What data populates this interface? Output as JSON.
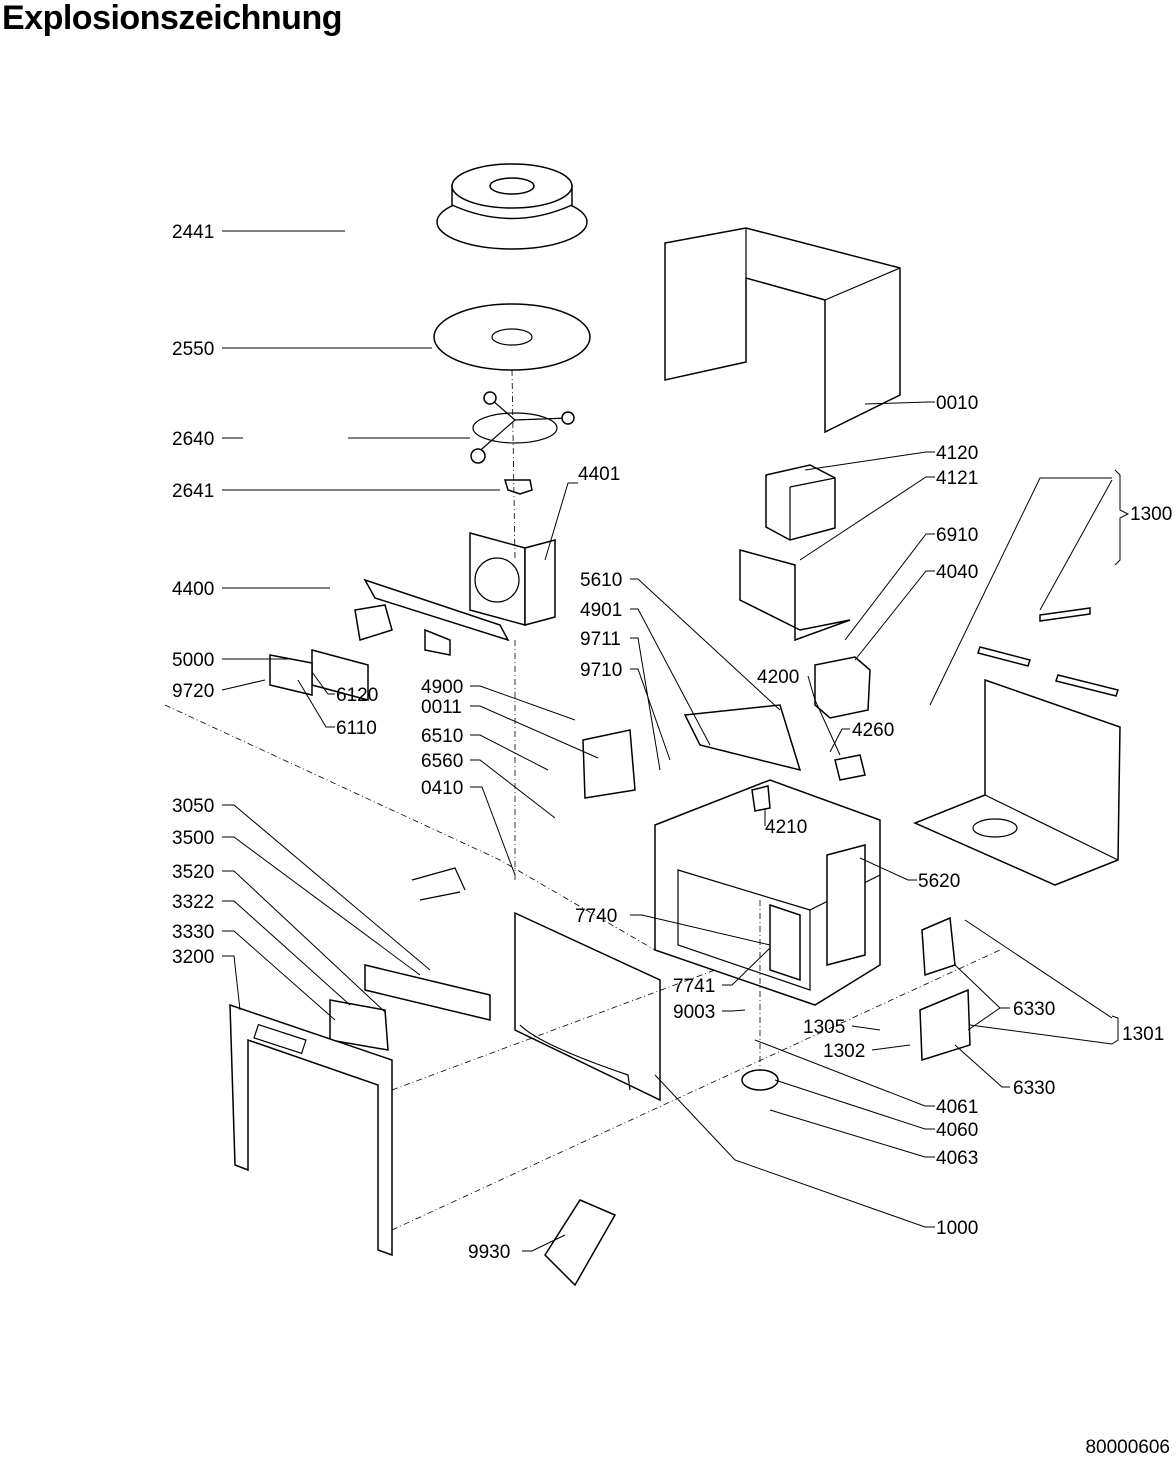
{
  "title": "Explosionszeichnung",
  "document_number": "80000606",
  "labels": {
    "l2441": "2441",
    "l2550": "2550",
    "l2640": "2640",
    "l2641": "2641",
    "l4400": "4400",
    "l4401": "4401",
    "l5000": "5000",
    "l9720": "9720",
    "l6120": "6120",
    "l6110": "6110",
    "l0010": "0010",
    "l4120": "4120",
    "l4121": "4121",
    "l6910": "6910",
    "l4040": "4040",
    "l1300": "1300",
    "l5610": "5610",
    "l4901": "4901",
    "l9711": "9711",
    "l9710": "9710",
    "l4200": "4200",
    "l4900": "4900",
    "l0011": "0011",
    "l6510": "6510",
    "l6560": "6560",
    "l0410": "0410",
    "l4260": "4260",
    "l4210": "4210",
    "l3050": "3050",
    "l3500": "3500",
    "l3520": "3520",
    "l3322": "3322",
    "l3330": "3330",
    "l3200": "3200",
    "l7740": "7740",
    "l5620": "5620",
    "l7741": "7741",
    "l9003": "9003",
    "l6330a": "6330",
    "l1301": "1301",
    "l1305": "1305",
    "l1302": "1302",
    "l6330b": "6330",
    "l4061": "4061",
    "l4060": "4060",
    "l4063": "4063",
    "l1000": "1000",
    "l9930": "9930"
  }
}
